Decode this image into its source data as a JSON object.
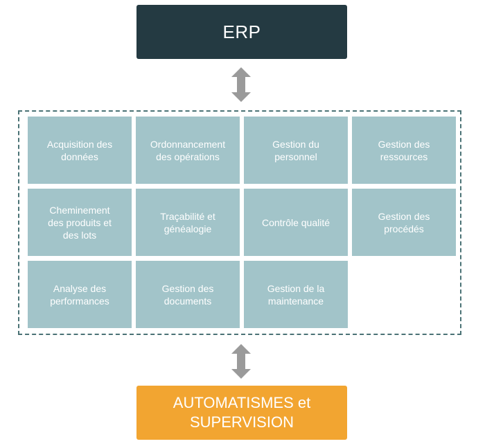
{
  "erp": {
    "label": "ERP"
  },
  "automation": {
    "label": "AUTOMATISMES et\nSUPERVISION"
  },
  "modules": [
    "Acquisition des\ndonnées",
    "Ordonnancement\ndes opérations",
    "Gestion du\npersonnel",
    "Gestion des\nressources",
    "Cheminement\ndes produits et\ndes lots",
    "Traçabilité et\ngénéalogie",
    "Contrôle qualité",
    "Gestion des\nprocédés",
    "Analyse des\nperformances",
    "Gestion des\ndocuments",
    "Gestion de la\nmaintenance"
  ],
  "colors": {
    "erp_bg": "#243a42",
    "automation_bg": "#f2a531",
    "module_bg": "#a2c4c9",
    "frame": "#4a7275",
    "arrow": "#9a9a9a"
  }
}
